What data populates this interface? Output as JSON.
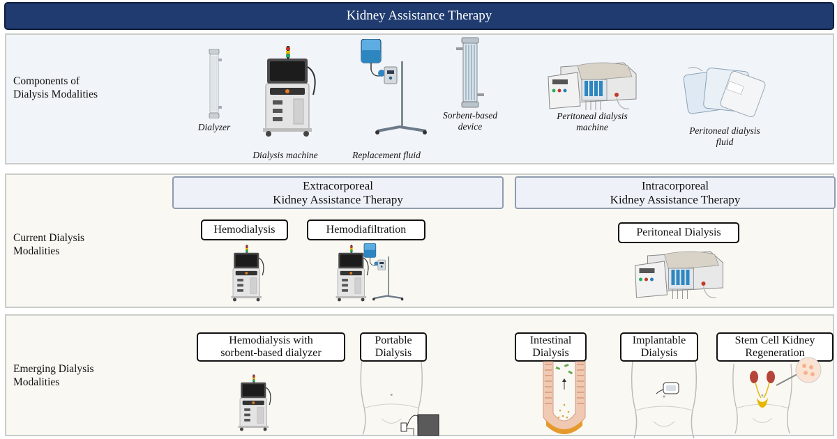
{
  "title": "Kidney Assistance Therapy",
  "rows": {
    "components": {
      "label_line1": "Components of",
      "label_line2": "Dialysis Modalities",
      "items": {
        "dialyzer": "Dialyzer",
        "dialysis_machine": "Dialysis machine",
        "replacement_fluid": "Replacement fluid",
        "sorbent_line1": "Sorbent-based",
        "sorbent_line2": "device",
        "pd_machine_line1": "Peritoneal dialysis",
        "pd_machine_line2": "machine",
        "pd_fluid_line1": "Peritoneal dialysis",
        "pd_fluid_line2": "fluid"
      }
    },
    "current": {
      "label_line1": "Current Dialysis",
      "label_line2": "Modalities",
      "extra_line1": "Extracorporeal",
      "extra_line2": "Kidney Assistance Therapy",
      "intra_line1": "Intracorporeal",
      "intra_line2": "Kidney Assistance Therapy",
      "hemodialysis": "Hemodialysis",
      "hemodiafiltration": "Hemodiafiltration",
      "peritoneal": "Peritoneal Dialysis"
    },
    "emerging": {
      "label_line1": "Emerging Dialysis",
      "label_line2": "Modalities",
      "sorbent_line1": "Hemodialysis with",
      "sorbent_line2": "sorbent-based dialyzer",
      "portable_line1": "Portable",
      "portable_line2": "Dialysis",
      "intestinal_line1": "Intestinal",
      "intestinal_line2": "Dialysis",
      "implantable_line1": "Implantable",
      "implantable_line2": "Dialysis",
      "stemcell_line1": "Stem Cell Kidney",
      "stemcell_line2": "Regeneration"
    }
  },
  "colors": {
    "title_bg": "#1f3b6f",
    "header_bg": "#eef2f8",
    "components_bg": "#f1f4f8",
    "modalities_bg": "#f9f8f3"
  }
}
